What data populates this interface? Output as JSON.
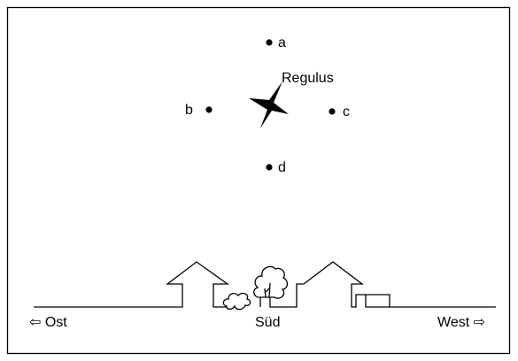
{
  "diagram": {
    "points": [
      {
        "label": "a"
      },
      {
        "label": "b"
      },
      {
        "label": "c"
      },
      {
        "label": "d"
      }
    ],
    "star": {
      "label": "Regulus"
    },
    "directions": {
      "east": "⇦ Ost",
      "south": "Süd",
      "west": "West ⇨"
    }
  }
}
